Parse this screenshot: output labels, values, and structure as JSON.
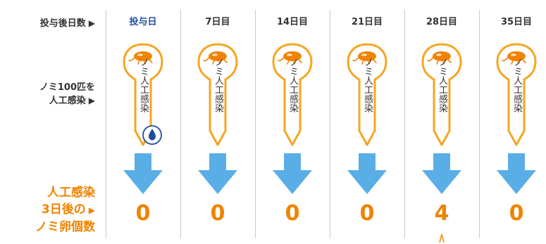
{
  "row_labels": {
    "days": "投与後日数",
    "infection_line1": "ノミ100匹を",
    "infection_line2": "人工感染",
    "eggs_line1": "人工感染",
    "eggs_line2": "3日後の",
    "eggs_line3": "ノミ卵個数",
    "arrow": "▶"
  },
  "columns": [
    {
      "header": "投与日",
      "tube_text": "ノミ人工感染",
      "eggs": "0",
      "has_drop": true,
      "has_marker": false
    },
    {
      "header": "7日目",
      "tube_text": "ノミ人工感染",
      "eggs": "0",
      "has_drop": false,
      "has_marker": false
    },
    {
      "header": "14日目",
      "tube_text": "ノミ人工感染",
      "eggs": "0",
      "has_drop": false,
      "has_marker": false
    },
    {
      "header": "21日目",
      "tube_text": "ノミ人工感染",
      "eggs": "0",
      "has_drop": false,
      "has_marker": false
    },
    {
      "header": "28日目",
      "tube_text": "ノミ人工感染",
      "eggs": "4",
      "has_drop": false,
      "has_marker": true
    },
    {
      "header": "35日目",
      "tube_text": "ノミ人工感染",
      "eggs": "0",
      "has_drop": false,
      "has_marker": false
    }
  ],
  "colors": {
    "tube_outline": "#f5a623",
    "flea": "#f08300",
    "arrow_blue": "#5aaee6",
    "drop_blue": "#1f4e9a",
    "egg_count": "#f08300"
  },
  "icons": {
    "flea": "flea-icon",
    "drop": "drop-icon",
    "arrow": "down-arrow-icon"
  }
}
